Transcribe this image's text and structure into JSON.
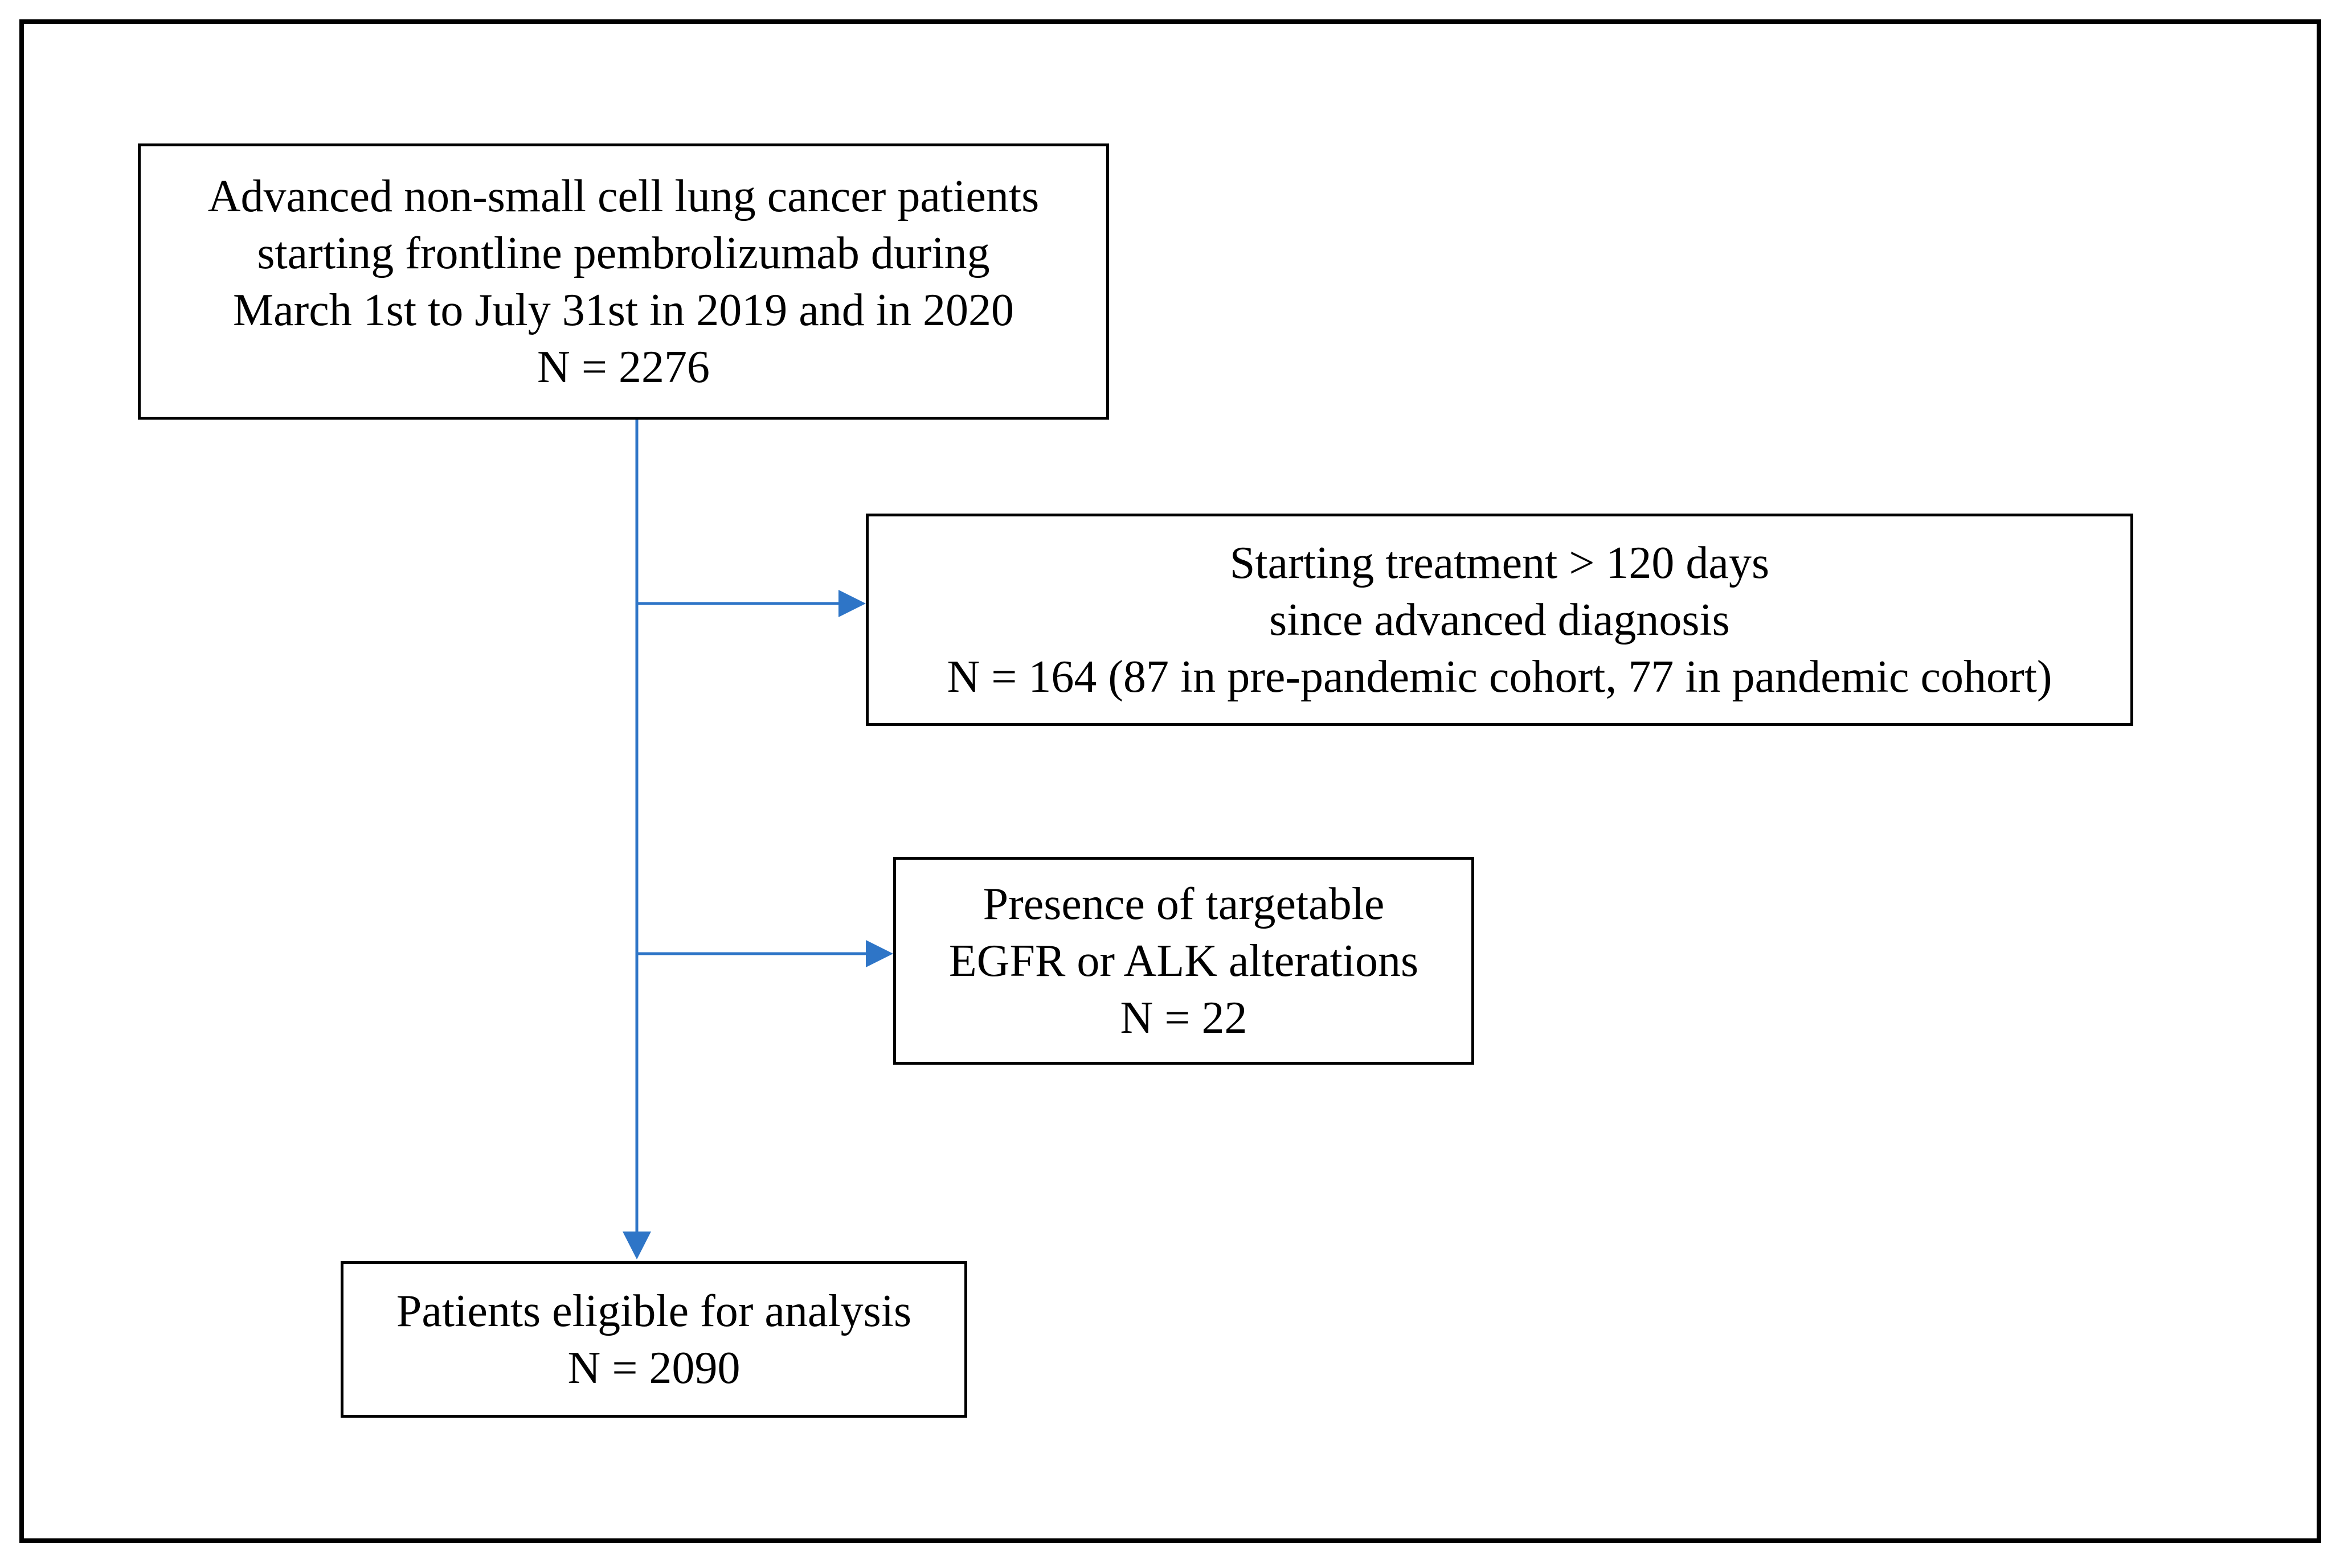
{
  "flowchart": {
    "start_box": {
      "lines": [
        "Advanced non-small cell lung cancer patients",
        "starting frontline pembrolizumab during",
        "March 1st to July 31st in 2019 and in 2020",
        "N = 2276"
      ]
    },
    "exclusion_1": {
      "lines": [
        "Starting treatment > 120 days",
        "since advanced diagnosis",
        "N = 164 (87 in pre-pandemic cohort, 77 in pandemic cohort)"
      ]
    },
    "exclusion_2": {
      "lines": [
        "Presence of targetable",
        "EGFR or ALK alterations",
        "N = 22"
      ]
    },
    "final_box": {
      "lines": [
        "Patients eligible for analysis",
        "N = 2090"
      ]
    },
    "arrow_color": "#2E75C7",
    "border_color": "#000000"
  }
}
